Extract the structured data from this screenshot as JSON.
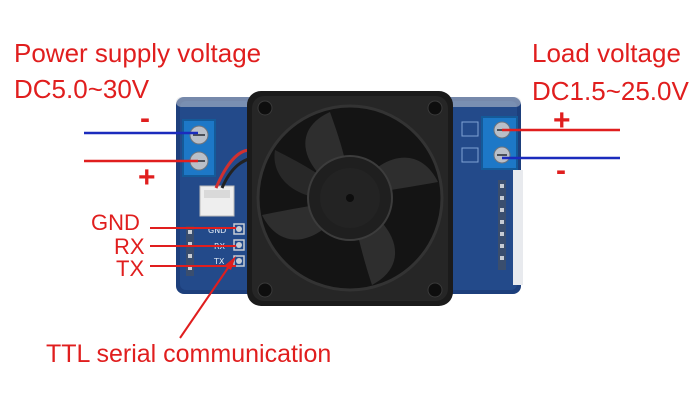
{
  "labels": {
    "power_supply_title": "Power supply voltage",
    "power_supply_range": "DC5.0~30V",
    "load_title": "Load voltage",
    "load_range": "DC1.5~25.0V",
    "left_minus": "-",
    "left_plus": "+",
    "right_plus": "+",
    "right_minus": "-",
    "gnd": "GND",
    "rx": "RX",
    "tx": "TX",
    "ttl": "TTL serial communication"
  },
  "silkscreen": {
    "gnd": "GND",
    "rx": "RX",
    "tx": "TX"
  },
  "colors": {
    "annotation_red": "#e01e1e",
    "wire_blue": "#1b2bbd",
    "pcb_blue": "#1d3f7c",
    "terminal_blue": "#1d78c7",
    "fan_black": "#1b1b1b"
  }
}
